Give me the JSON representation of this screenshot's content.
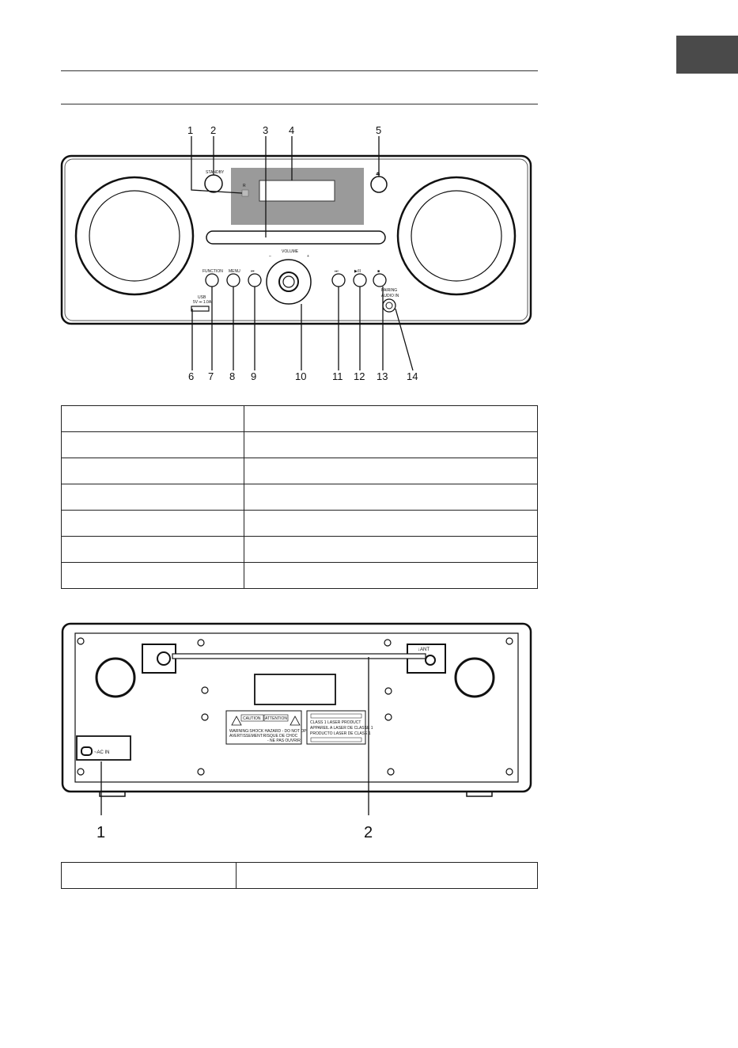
{
  "front_panel": {
    "callouts": [
      "1",
      "2",
      "3",
      "4",
      "5",
      "6",
      "7",
      "8",
      "9",
      "10",
      "11",
      "12",
      "13",
      "14"
    ],
    "labels": {
      "standby": "STANDBY",
      "volume": "VOLUME",
      "vol_minus": "–",
      "vol_plus": "+",
      "function": "FUNCTION",
      "menu": "MENU",
      "usb": "USB",
      "usb_spec": "5V ⎓ 1.0A",
      "pairing": "PAIRING",
      "audio_in": "AUDIO IN",
      "prev": "⏮",
      "next": "⏭",
      "play_pause": "▶/II",
      "stop": "■"
    }
  },
  "rear_panel": {
    "callouts": [
      "1",
      "2"
    ],
    "labels": {
      "ant": "↓ANT",
      "ac_in": "~AC IN",
      "caution": "CAUTION",
      "attention": "ATTENTION",
      "warning_line1": "WARNING:SHOCK HAZARD - DO NOT OPEN",
      "warning_line2": "AVERTISSEMENT:RISQUE DE CHOC",
      "warning_line3": "- NE PAS OUVRIR",
      "laser_line1": "CLASS 1 LASER PRODUCT",
      "laser_line2": "APPAREIL A LASER DE CLASSE 1",
      "laser_line3": "PRODUCTO LASER DE CLASE 1"
    }
  }
}
